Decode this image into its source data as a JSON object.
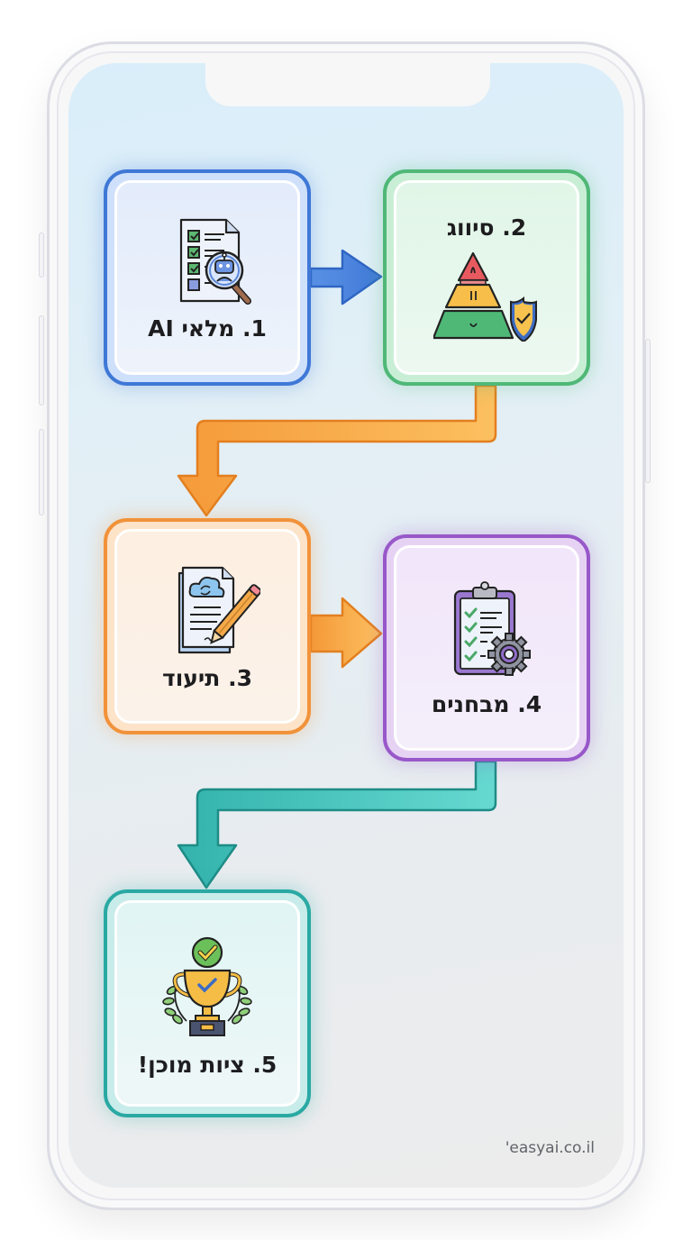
{
  "diagram": {
    "type": "flowchart",
    "direction": "zigzag-top-to-bottom",
    "steps": [
      {
        "number": 1,
        "label": "1. מלאי AI",
        "icon": "document-checklist-ai-robot-magnifier-icon",
        "color": "#3f78d6"
      },
      {
        "number": 2,
        "label": "2. סיווג",
        "icon": "risk-pyramid-shield-icon",
        "color": "#4fb877"
      },
      {
        "number": 3,
        "label": "3. תיעוד",
        "icon": "cloud-document-pencil-icon",
        "color": "#f1923a"
      },
      {
        "number": 4,
        "label": "4. מבחנים",
        "icon": "clipboard-checklist-gear-icon",
        "color": "#9858c9"
      },
      {
        "number": 5,
        "label": "5. ציות מוכן!",
        "icon": "trophy-check-laurel-icon",
        "color": "#2aa9a3"
      }
    ],
    "connections": [
      {
        "from": 1,
        "to": 2,
        "color": "#4a86df"
      },
      {
        "from": 2,
        "to": 3,
        "color": "#f6a64a"
      },
      {
        "from": 3,
        "to": 4,
        "color": "#f6a64a"
      },
      {
        "from": 4,
        "to": 5,
        "color": "#3fbdb6"
      }
    ]
  },
  "watermark": "'easyai.co.il"
}
